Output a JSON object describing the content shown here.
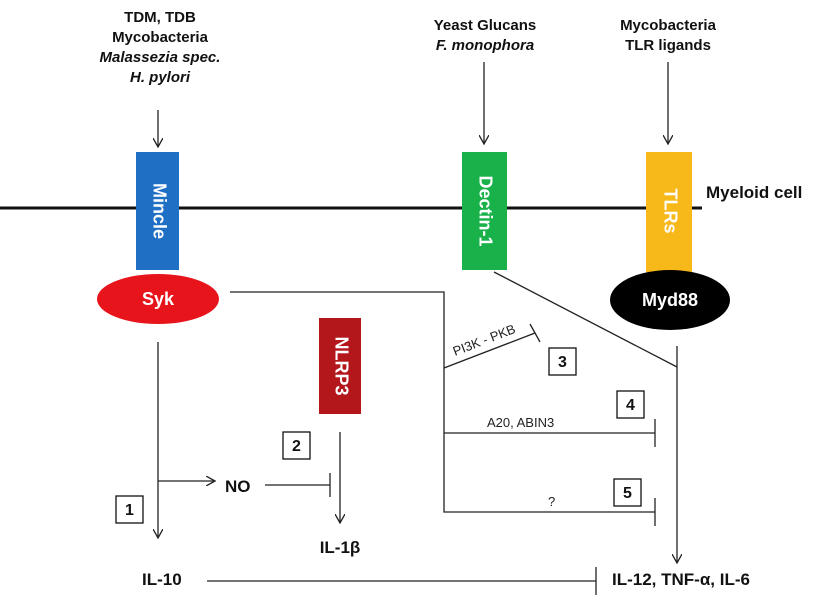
{
  "stimuli": {
    "mincle": [
      "TDM, TDB",
      "Mycobacteria",
      "Malassezia spec.",
      "H. pylori"
    ],
    "dectin": [
      "Yeast Glucans",
      "F. monophora"
    ],
    "tlr": [
      "Mycobacteria",
      "TLR ligands"
    ]
  },
  "membrane_label": "Myeloid cell",
  "receptors": {
    "mincle": "Mincle",
    "dectin": "Dectin-1",
    "tlrs": "TLRs",
    "nlrp3": "NLRP3"
  },
  "adaptors": {
    "syk": "Syk",
    "myd88": "Myd88"
  },
  "pathway_labels": {
    "pi3k": "PI3K - PKB",
    "a20": "A20, ABIN3",
    "unknown": "?"
  },
  "mediators": {
    "no": "NO",
    "il1b": "IL-1β",
    "il10": "IL-10",
    "cytokines": "IL-12, TNF-α, IL-6"
  },
  "boxes": [
    "1",
    "2",
    "3",
    "4",
    "5"
  ],
  "colors": {
    "mincle": "#1f6fc5",
    "syk": "#e8141b",
    "dectin": "#19b24a",
    "tlrs": "#f7b81a",
    "myd88": "#000000",
    "nlrp3": "#b3171c"
  }
}
